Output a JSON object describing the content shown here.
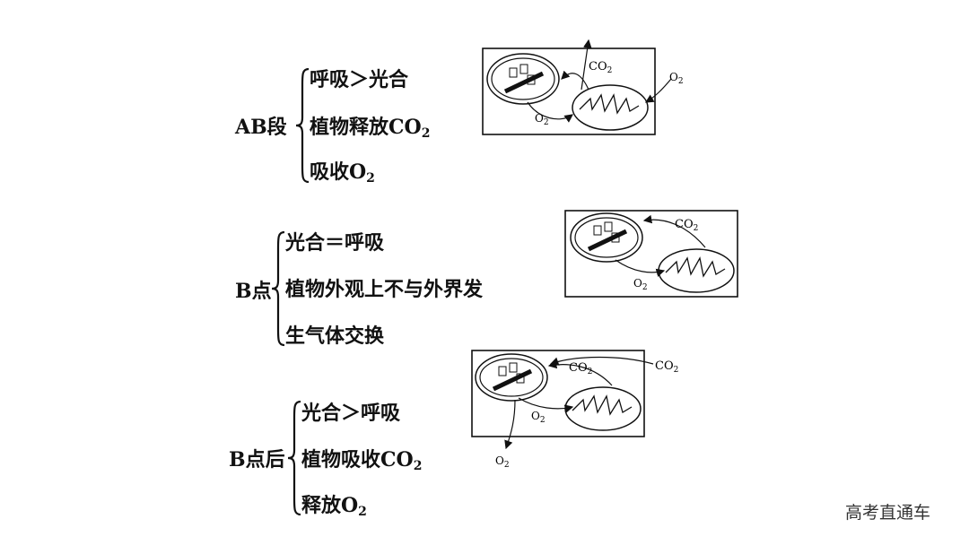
{
  "sections": [
    {
      "label": "AB段",
      "items": [
        {
          "text": "呼吸＞光合"
        },
        {
          "text": "植物释放CO",
          "sub": "2"
        },
        {
          "text": "吸收O",
          "sub": "2"
        }
      ],
      "diagram": {
        "co2_out": "CO2",
        "o2_in": "O2",
        "o2_internal": "O2"
      }
    },
    {
      "label": "B点",
      "items": [
        {
          "text": "光合＝呼吸"
        },
        {
          "text": "植物外观上不与外界发"
        },
        {
          "text": "生气体交换"
        }
      ],
      "diagram": {
        "co2_internal": "CO2",
        "o2_internal": "O2"
      }
    },
    {
      "label": "B点后",
      "items": [
        {
          "text": "光合＞呼吸"
        },
        {
          "text": "植物吸收CO",
          "sub": "2"
        },
        {
          "text": "释放O",
          "sub": "2"
        }
      ],
      "diagram": {
        "co2_internal": "CO2",
        "co2_external": "CO2",
        "o2_internal": "O2",
        "o2_out": "O2"
      }
    }
  ],
  "watermark": "高考直通车"
}
